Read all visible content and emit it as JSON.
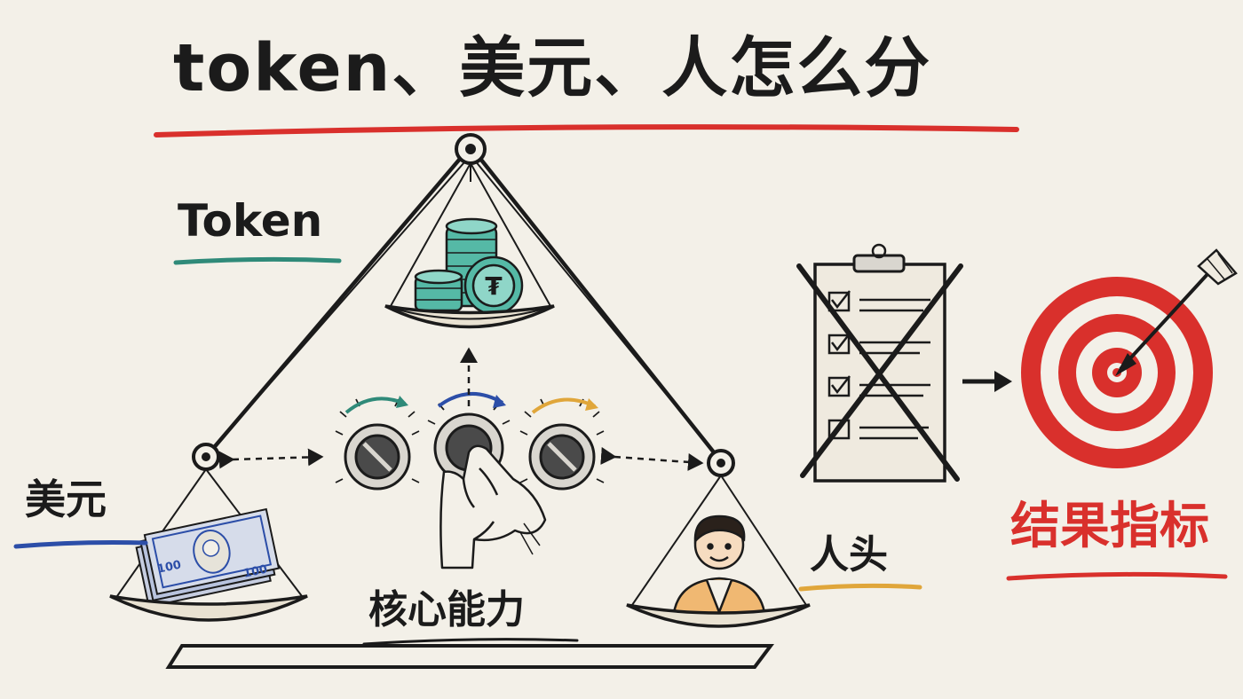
{
  "title": "token、美元、人怎么分",
  "labels": {
    "token": "Token",
    "usd": "美元",
    "core": "核心能力",
    "people": "人头",
    "result": "结果指标"
  },
  "icons": {
    "coin_stack": "token-coin-stack-icon",
    "dollar_bills": "dollar-bills-icon",
    "person": "person-icon",
    "knob": "control-knob-icon",
    "hand": "hand-icon",
    "checklist": "crossed-checklist-icon",
    "target": "target-arrow-icon"
  },
  "colors": {
    "ink": "#1b1b1b",
    "title_underline": "#d9302c",
    "token_underline": "#2f8a79",
    "usd_underline": "#2c4ea8",
    "people_underline": "#e0a63a",
    "result_red": "#d9302c",
    "coin_teal": "#55b9a6",
    "knob_arrow_teal": "#2f8a79",
    "knob_arrow_blue": "#2c4ea8",
    "knob_arrow_yellow": "#e0a63a"
  }
}
